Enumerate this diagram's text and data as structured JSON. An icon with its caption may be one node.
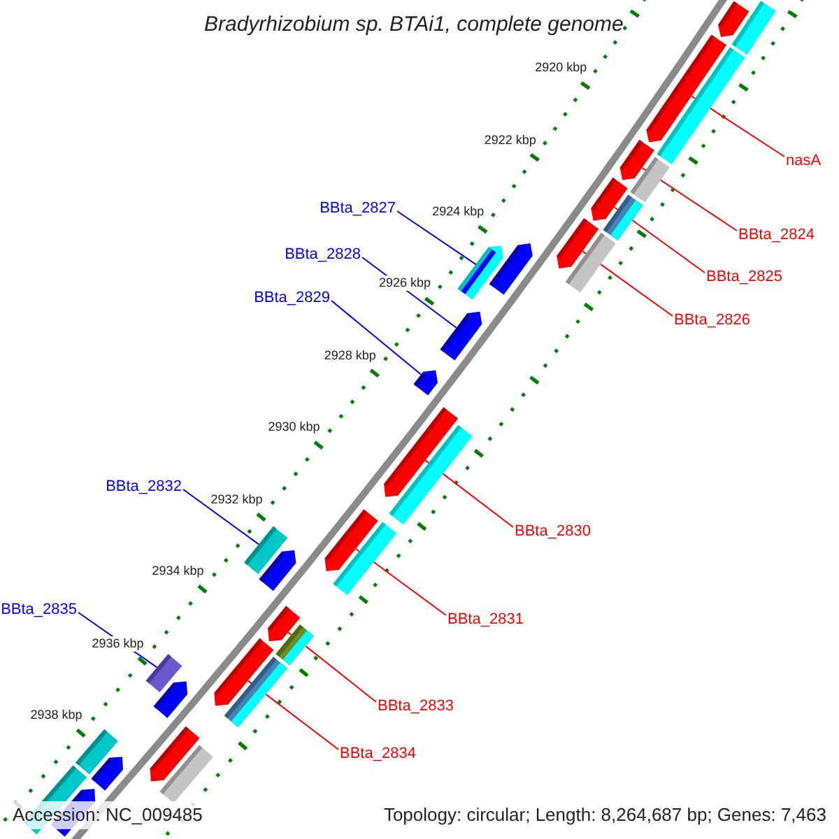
{
  "diagram": {
    "title": "Bradyrhizobium sp. BTAi1, complete genome",
    "nodes": [
      {
        "text": [
          "nasA"
        ]
      },
      {
        "text": [
          "BBta_2827"
        ]
      },
      {
        "text": [
          "BBta_2824"
        ]
      },
      {
        "text": [
          "BBta_2828"
        ]
      },
      {
        "text": [
          "BBta_2825"
        ]
      },
      {
        "text": [
          "BBta_2829"
        ]
      },
      {
        "text": [
          "BBta_2826"
        ]
      },
      {
        "text": [
          "BBta_2832"
        ]
      },
      {
        "text": [
          "BBta_2830"
        ]
      },
      {
        "text": [
          "BBta_2835"
        ]
      },
      {
        "text": [
          "BBta_2831"
        ]
      },
      {
        "text": [
          "BBta_2833"
        ]
      },
      {
        "text": [
          "BBta_2834"
        ]
      },
      {
        "text": [],
        "shape": "pentagon"
      },
      {
        "text": [],
        "shape": "bar"
      },
      {
        "text": [],
        "shape": "pentagon"
      },
      {
        "text": [],
        "shape": "bar"
      },
      {
        "text": [],
        "shape": "pentagon"
      },
      {
        "text": [],
        "shape": "bar"
      },
      {
        "text": [],
        "shape": "pentagon"
      },
      {
        "text": [],
        "shape": "bar"
      },
      {
        "text": [],
        "shape": "pentagon"
      },
      {
        "text": [],
        "shape": "bar"
      },
      {
        "text": [],
        "shape": "pentagon"
      },
      {
        "text": [],
        "shape": "pentagon"
      },
      {
        "text": [],
        "shape": "pentagon"
      },
      {
        "text": [],
        "shape": "pentagon"
      },
      {
        "text": [],
        "shape": "pentagon"
      },
      {
        "text": [],
        "shape": "bar"
      },
      {
        "text": [],
        "shape": "bar"
      },
      {
        "text": [],
        "shape": "pentagon"
      },
      {
        "text": [],
        "shape": "bar"
      },
      {
        "text": [],
        "shape": "pentagon"
      },
      {
        "text": [],
        "shape": "pentagon"
      },
      {
        "text": [],
        "shape": "bar"
      },
      {
        "text": [],
        "shape": "pentagon"
      },
      {
        "text": [],
        "shape": "bar"
      },
      {
        "text": [],
        "shape": "bar"
      },
      {
        "text": [],
        "shape": "pentagon"
      },
      {
        "text": [],
        "shape": "pentagon"
      },
      {
        "text": [],
        "shape": "bar"
      },
      {
        "text": [],
        "shape": "bar"
      },
      {
        "text": [],
        "shape": "pentagon"
      },
      {
        "text": [],
        "shape": "bar"
      },
      {
        "text": [],
        "shape": "pentagon"
      }
    ],
    "edges": [
      {
        "from": 0,
        "to": 15,
        "arrow": "none"
      },
      {
        "from": 1,
        "to": 24,
        "arrow": "none",
        "color": "#0000ff"
      },
      {
        "from": 2,
        "to": 17,
        "arrow": "none"
      },
      {
        "from": 3,
        "to": 25,
        "arrow": "none",
        "color": "#0000ff"
      },
      {
        "from": 4,
        "to": 19,
        "arrow": "none"
      },
      {
        "from": 5,
        "to": 26,
        "arrow": "none",
        "color": "#0000ff"
      },
      {
        "from": 6,
        "to": 21,
        "arrow": "none"
      },
      {
        "from": 7,
        "to": 31,
        "arrow": "none",
        "color": "#0000ff"
      },
      {
        "from": 8,
        "to": 27,
        "arrow": "none"
      },
      {
        "from": 9,
        "to": 37,
        "arrow": "none",
        "color": "#0000ff"
      },
      {
        "from": 10,
        "to": 30,
        "arrow": "none"
      },
      {
        "from": 11,
        "to": 33,
        "arrow": "none"
      },
      {
        "from": 12,
        "to": 35,
        "arrow": "none"
      }
    ],
    "labels": [
      "2920 kbp",
      "2922 kbp",
      "2924 kbp",
      "2926 kbp",
      "2928 kbp",
      "2930 kbp",
      "2932 kbp",
      "2934 kbp",
      "2936 kbp",
      "2938 kbp",
      "Accession: NC_009485",
      "Topology: circular; Length: 8,264,687 bp; Genes: 7,463"
    ]
  }
}
